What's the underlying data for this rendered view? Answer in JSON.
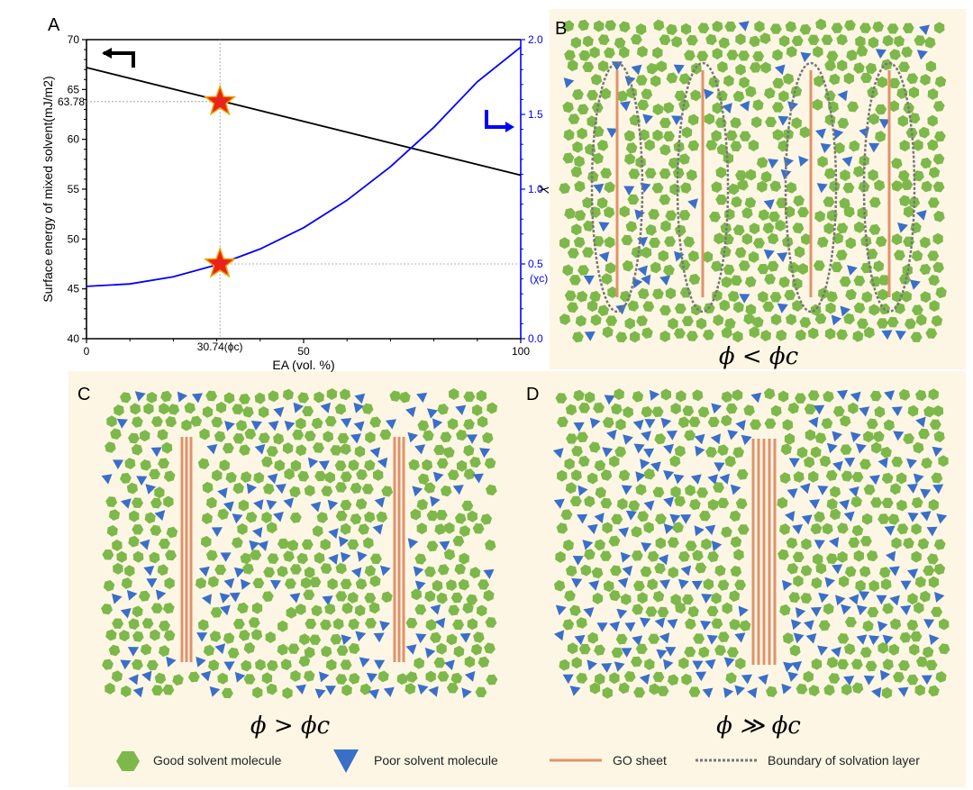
{
  "panel_labels": {
    "a": "A",
    "b": "B",
    "c": "C",
    "d": "D"
  },
  "conditions": {
    "b": "ϕ < ϕc",
    "c": "ϕ > ϕc",
    "d": "ϕ ≫ ϕc"
  },
  "legend": {
    "good": "Good solvent molecule",
    "poor": "Poor solvent molecule",
    "go": "GO sheet",
    "boundary": "Boundary of solvation layer"
  },
  "colors": {
    "panel_bg": "#fdf6e4",
    "good_solvent": "#7db84a",
    "poor_solvent": "#3a6fc8",
    "go_sheet": "#e0926a",
    "boundary": "#777777",
    "star_fill": "#e8231c",
    "star_stroke": "#f0a000",
    "right_axis": "#0000ff"
  },
  "chart_data": {
    "type": "line",
    "xlabel": "EA (vol. %)",
    "ylabel": "Surface energy of mixed solvent(mJ/m2)",
    "y2label": "χ",
    "xlim": [
      0,
      100
    ],
    "ylim": [
      40,
      70
    ],
    "y2lim": [
      0.0,
      2.0
    ],
    "x_ticks": [
      "0",
      "50",
      "100"
    ],
    "y_ticks": [
      "40",
      "45",
      "50",
      "55",
      "60",
      "65",
      "70"
    ],
    "y2_ticks": [
      "0.0",
      "0.5",
      "1.0",
      "1.5",
      "2.0"
    ],
    "annotations": {
      "x_marker": "30.74(ϕc)",
      "y_marker": "63.78",
      "y2_marker": "(χc)"
    },
    "critical_point": {
      "x": 30.74,
      "surface_energy": 63.78,
      "chi": 0.5
    },
    "series": [
      {
        "axis": "left",
        "color": "#000000",
        "x": [
          0,
          100
        ],
        "y": [
          67.2,
          56.4
        ]
      },
      {
        "axis": "right",
        "color": "#0000ff",
        "x": [
          0,
          10,
          20,
          30.74,
          40,
          50,
          60,
          70,
          80,
          90,
          100
        ],
        "y": [
          0.35,
          0.366,
          0.414,
          0.5,
          0.6,
          0.742,
          0.926,
          1.15,
          1.414,
          1.718,
          1.95
        ]
      }
    ]
  }
}
